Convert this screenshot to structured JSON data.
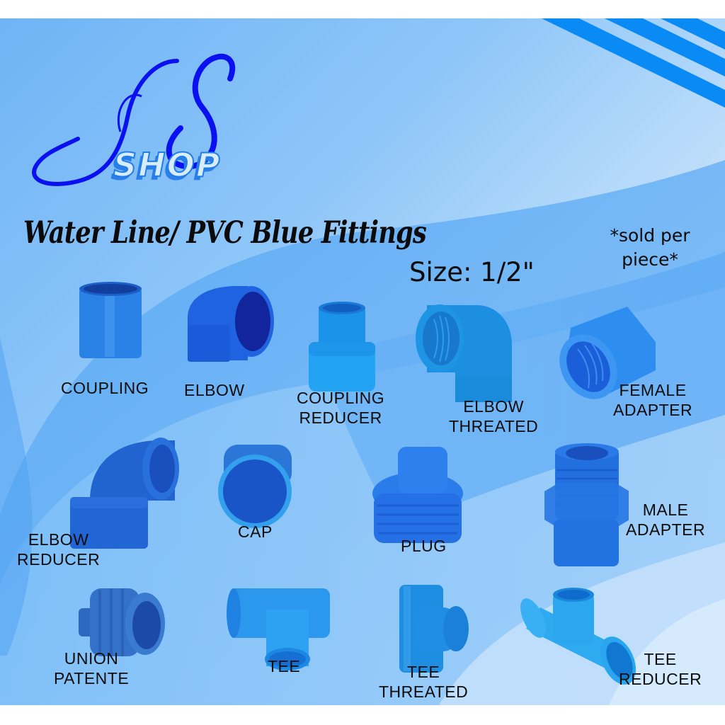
{
  "brand": {
    "monogram": "JS",
    "wordmark": "SHOP",
    "colors": {
      "monogram": "#0a10f0",
      "wordmark": "#1f8af0",
      "wordmark_shadow": "#2b7ee8"
    }
  },
  "header": {
    "title": "Water Line/ PVC Blue Fittings",
    "size": "Size: 1/2\"",
    "note_line1": "*sold per",
    "note_line2": "piece*"
  },
  "colors": {
    "background_start": "#6fb4f6",
    "background_end": "#e6f2fd",
    "stripe": "#0a8af5",
    "fitting_blue": "#1e74e0",
    "fitting_light_blue": "#2aa0f0",
    "text": "#0b0b0b"
  },
  "products": [
    {
      "id": "coupling",
      "line1": "COUPLING",
      "line2": ""
    },
    {
      "id": "elbow",
      "line1": "ELBOW",
      "line2": ""
    },
    {
      "id": "coupling-reducer",
      "line1": "COUPLING",
      "line2": "REDUCER"
    },
    {
      "id": "elbow-threated",
      "line1": "ELBOW",
      "line2": "THREATED"
    },
    {
      "id": "female-adapter",
      "line1": "FEMALE",
      "line2": "ADAPTER"
    },
    {
      "id": "elbow-reducer",
      "line1": "ELBOW",
      "line2": "REDUCER"
    },
    {
      "id": "cap",
      "line1": "CAP",
      "line2": ""
    },
    {
      "id": "plug",
      "line1": "PLUG",
      "line2": ""
    },
    {
      "id": "male-adapter",
      "line1": "MALE",
      "line2": "ADAPTER"
    },
    {
      "id": "union-patente",
      "line1": "UNION",
      "line2": "PATENTE"
    },
    {
      "id": "tee",
      "line1": "TEE",
      "line2": ""
    },
    {
      "id": "tee-threated",
      "line1": "TEE",
      "line2": "THREATED"
    },
    {
      "id": "tee-reducer",
      "line1": "TEE",
      "line2": "REDUCER"
    }
  ]
}
